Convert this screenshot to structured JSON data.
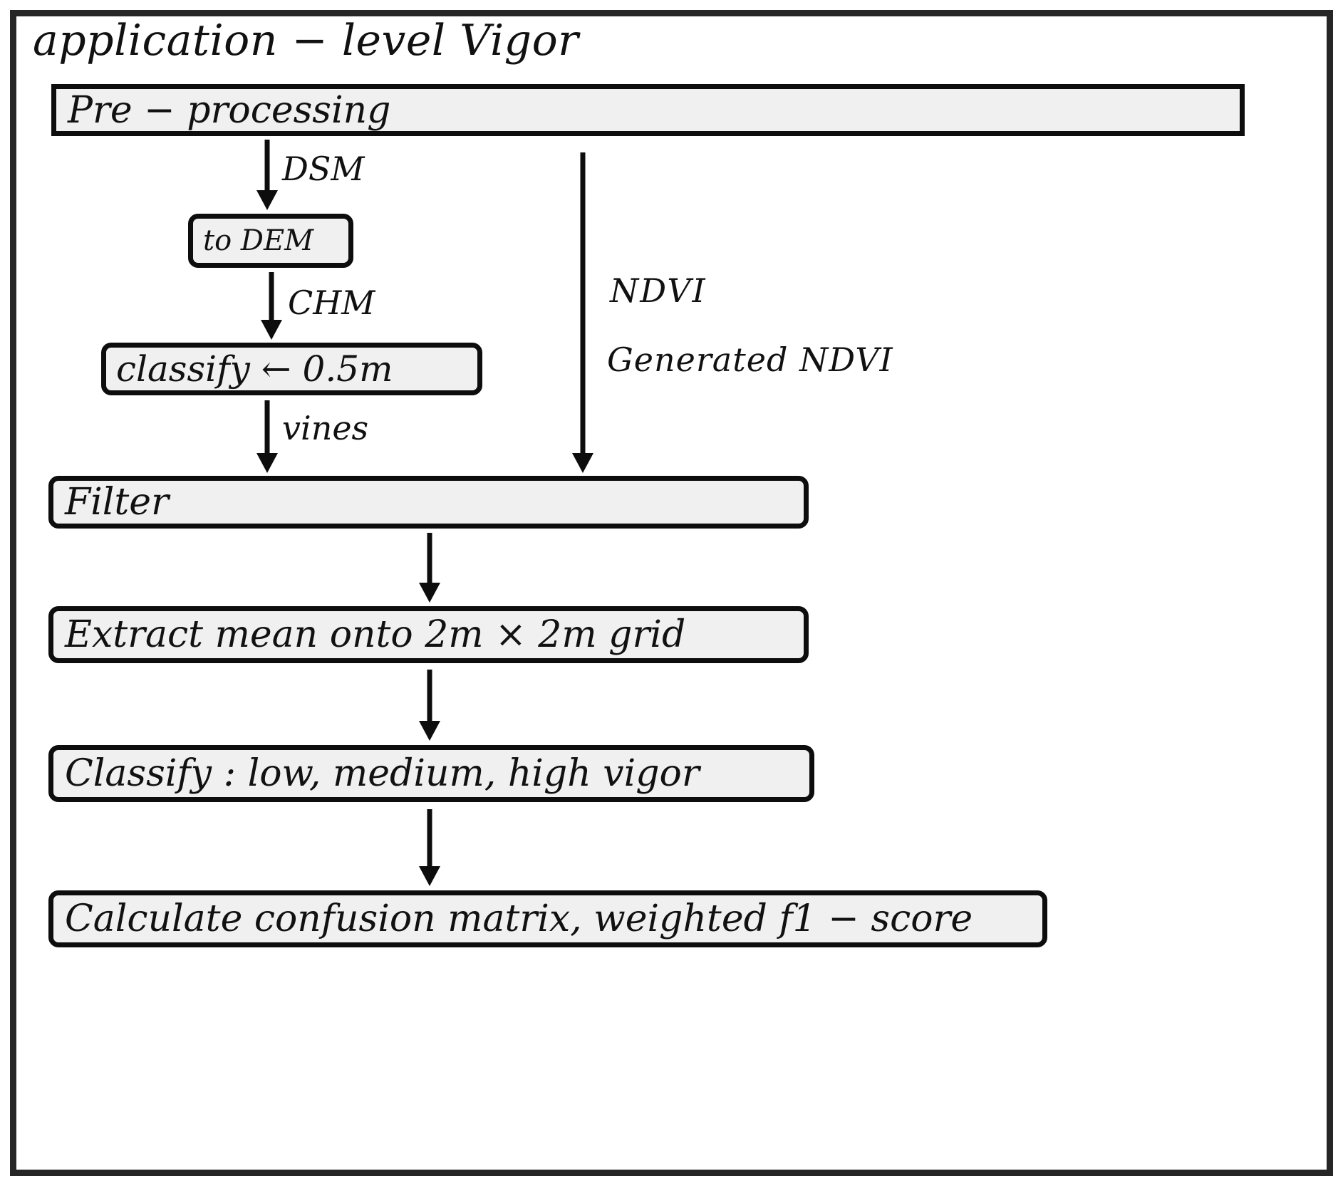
{
  "diagram": {
    "title": "application − level Vigor",
    "nodes": [
      {
        "id": "pre",
        "label": "Pre − processing"
      },
      {
        "id": "dem",
        "label": "to DEM"
      },
      {
        "id": "classify",
        "label": "classify  ←  0.5m"
      },
      {
        "id": "filter",
        "label": "Filter"
      },
      {
        "id": "extract",
        "label": "Extract mean onto 2m × 2m grid"
      },
      {
        "id": "classify2",
        "label": "Classify :  low, medium, high vigor"
      },
      {
        "id": "calculate",
        "label": "Calculate confusion matrix,  weighted f1 − score"
      }
    ],
    "edge_labels": {
      "dsm": "DSM",
      "chm": "CHM",
      "vines": "vines",
      "ndvi": "NDVI",
      "generated_ndvi": "Generated NDVI"
    },
    "colors": {
      "frame": "#262626",
      "box_border": "#0d0d0d",
      "box_fill": "#f0f0f0",
      "text": "#111111",
      "background": "#ffffff"
    }
  }
}
